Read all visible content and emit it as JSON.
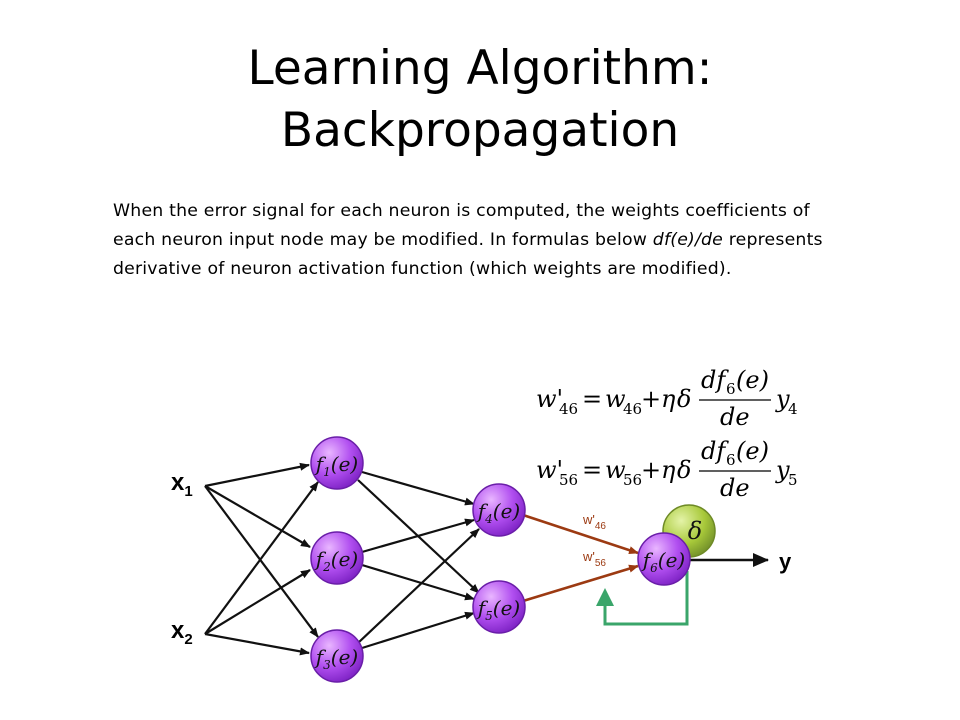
{
  "slide": {
    "title_line1": "Learning Algorithm:",
    "title_line2": "Backpropagation",
    "paragraph_before": "When the error signal for each neuron is computed, the weights coefficients of each neuron input node may be modified. In formulas below ",
    "paragraph_term": "df(e)/de",
    "paragraph_after": " represents derivative of neuron activation function (which weights are modified)."
  },
  "diagram": {
    "inputs": [
      {
        "main": "x",
        "sub": "1"
      },
      {
        "main": "x",
        "sub": "2"
      }
    ],
    "neurons": [
      {
        "main": "f",
        "sub": "1",
        "arg": "(e)"
      },
      {
        "main": "f",
        "sub": "2",
        "arg": "(e)"
      },
      {
        "main": "f",
        "sub": "3",
        "arg": "(e)"
      },
      {
        "main": "f",
        "sub": "4",
        "arg": "(e)"
      },
      {
        "main": "f",
        "sub": "5",
        "arg": "(e)"
      },
      {
        "main": "f",
        "sub": "6",
        "arg": "(e)"
      }
    ],
    "delta_symbol": "δ",
    "output_label": "y",
    "weight_labels": [
      {
        "main": "w'",
        "sub": "46"
      },
      {
        "main": "w'",
        "sub": "56"
      }
    ],
    "colors": {
      "neuron_fill": "#b14ff0",
      "delta_fill": "#a8c93a",
      "weight_arrow": "#9c3a12",
      "feedback_arrow": "#3aa56a",
      "plain_arrow": "#111111"
    }
  },
  "formulas": [
    {
      "lhs_w": "w'",
      "lhs_sub": "46",
      "eq": "=",
      "rhs_w": "w",
      "rhs_sub": "46",
      "plus": "+",
      "eta": "η",
      "delta": "δ",
      "num_df": "df",
      "num_sub": "6",
      "num_arg": "(e)",
      "den": "de",
      "y": "y",
      "y_sub": "4"
    },
    {
      "lhs_w": "w'",
      "lhs_sub": "56",
      "eq": "=",
      "rhs_w": "w",
      "rhs_sub": "56",
      "plus": "+",
      "eta": "η",
      "delta": "δ",
      "num_df": "df",
      "num_sub": "6",
      "num_arg": "(e)",
      "den": "de",
      "y": "y",
      "y_sub": "5"
    }
  ]
}
